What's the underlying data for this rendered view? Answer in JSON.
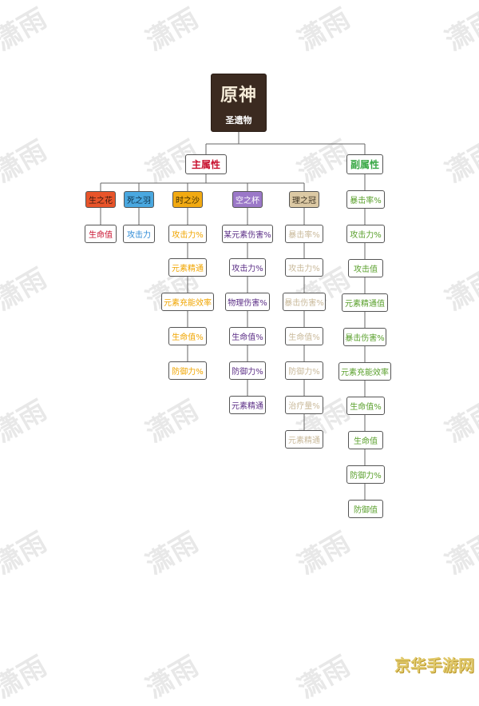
{
  "root": {
    "logo_text": "原神",
    "label": "圣遗物"
  },
  "headers": {
    "main": "主属性",
    "sub": "副属性"
  },
  "colors": {
    "flower": "#e8542a",
    "plume": "#4aa8e0",
    "sands": "#f2aa12",
    "goblet": "#9b78c8",
    "circlet": "#dcc9a4",
    "main_header": "#c8102e",
    "sub_header": "#39a845",
    "main_list_1": "#c8102e",
    "main_list_2": "#2e8bd6",
    "sands_list": "#f0a500",
    "goblet_list": "#5b2e86",
    "circlet_list": "#c9b99a",
    "sub_list": "#5aa02c"
  },
  "slots": [
    {
      "name": "生之花",
      "stats": [
        "生命值"
      ]
    },
    {
      "name": "死之羽",
      "stats": [
        "攻击力"
      ]
    },
    {
      "name": "时之沙",
      "stats": [
        "攻击力%",
        "元素精通",
        "元素充能效率",
        "生命值%",
        "防御力%"
      ]
    },
    {
      "name": "空之杯",
      "stats": [
        "某元素伤害%",
        "攻击力%",
        "物理伤害%",
        "生命值%",
        "防御力%",
        "元素精通"
      ]
    },
    {
      "name": "理之冠",
      "stats": [
        "暴击率%",
        "攻击力%",
        "暴击伤害%",
        "生命值%",
        "防御力%",
        "治疗量%",
        "元素精通"
      ]
    }
  ],
  "sub_stats": [
    "暴击率%",
    "攻击力%",
    "攻击值",
    "元素精通值",
    "暴击伤害%",
    "元素充能效率",
    "生命值%",
    "生命值",
    "防御力%",
    "防御值"
  ],
  "watermark": "潇雨",
  "brand": "京华手游网"
}
